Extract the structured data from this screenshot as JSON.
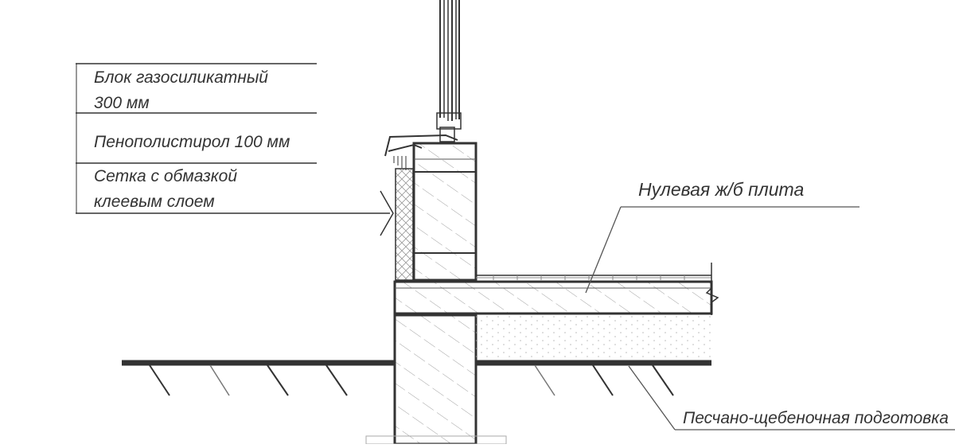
{
  "labels": {
    "block_line1": "Блок газосиликатный",
    "block_line2": "300 мм",
    "foam": "Пенополистирол 100 мм",
    "mesh_line1": "Сетка с обмазкой",
    "mesh_line2": "клеевым слоем",
    "slab": "Нулевая ж/б плита",
    "gravel": "Песчано-щебеночная подготовка"
  },
  "colors": {
    "line": "#333333",
    "thin": "#666666",
    "hatch": "#9a9a9a",
    "dots": "#b0b0b0"
  }
}
